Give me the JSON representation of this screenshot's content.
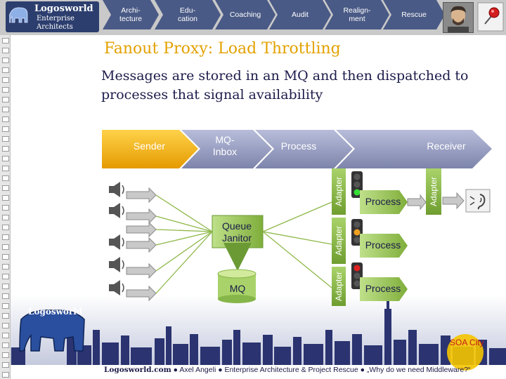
{
  "logo": {
    "title": "Logosworld",
    "line1": "Enterprise",
    "line2": "Architects"
  },
  "nav": {
    "items": [
      {
        "label": "Archi-\ntecture"
      },
      {
        "label": "Edu-\ncation"
      },
      {
        "label": "Coaching"
      },
      {
        "label": "Audit"
      },
      {
        "label": "Realign-\nment"
      },
      {
        "label": "Rescue"
      }
    ]
  },
  "slide": {
    "title": "Fanout Proxy: Load Throttling",
    "subtitle": "Messages are stored in an MQ and then dispatched to processes that signal availability"
  },
  "diagram": {
    "stages": {
      "sender": "Sender",
      "mq_inbox": "MQ-\nInbox",
      "process": "Process",
      "receiver": "Receiver"
    },
    "queue_janitor": "Queue\nJanitor",
    "mq": "MQ",
    "adapter": "Adapter",
    "processes": [
      "Process",
      "Process",
      "Process"
    ],
    "traffic_lights": [
      "green",
      "yellow",
      "red"
    ]
  },
  "footer": {
    "logo": "Logosworld",
    "city": "SOA City",
    "site": "Logosworld.com",
    "text": "Axel Angeli ● Enterprise Architecture & Project Rescue ● „Why do we need Middleware?“"
  },
  "colors": {
    "title": "#e3a100",
    "navy": "#1b1b4a",
    "nav_button": "#4a5a86",
    "sender_arrow": "#f5b800",
    "stage_arrow": "#9aa0c0",
    "process_box": "#8fb84a"
  }
}
